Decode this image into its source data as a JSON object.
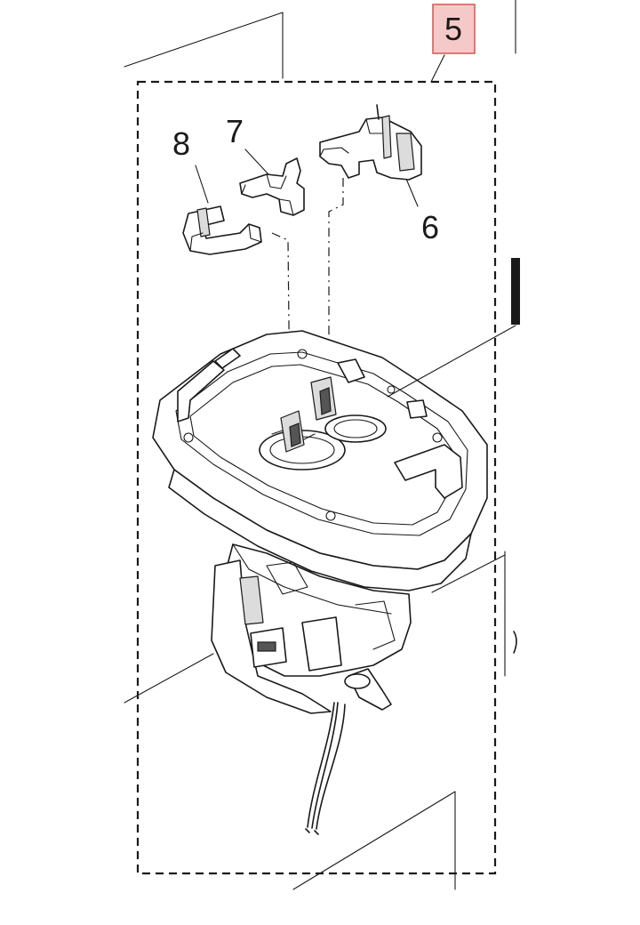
{
  "diagram": {
    "callouts": [
      {
        "id": "assembly",
        "label": "5",
        "highlight": "#f6c9c9",
        "highlight_border": "#d9534f"
      },
      {
        "id": "part-6",
        "label": "6"
      },
      {
        "id": "part-7",
        "label": "7"
      },
      {
        "id": "part-8",
        "label": "8"
      }
    ],
    "colors": {
      "line": "#1a1a1a",
      "shade": "#dcdcdc",
      "background": "#ffffff"
    }
  }
}
